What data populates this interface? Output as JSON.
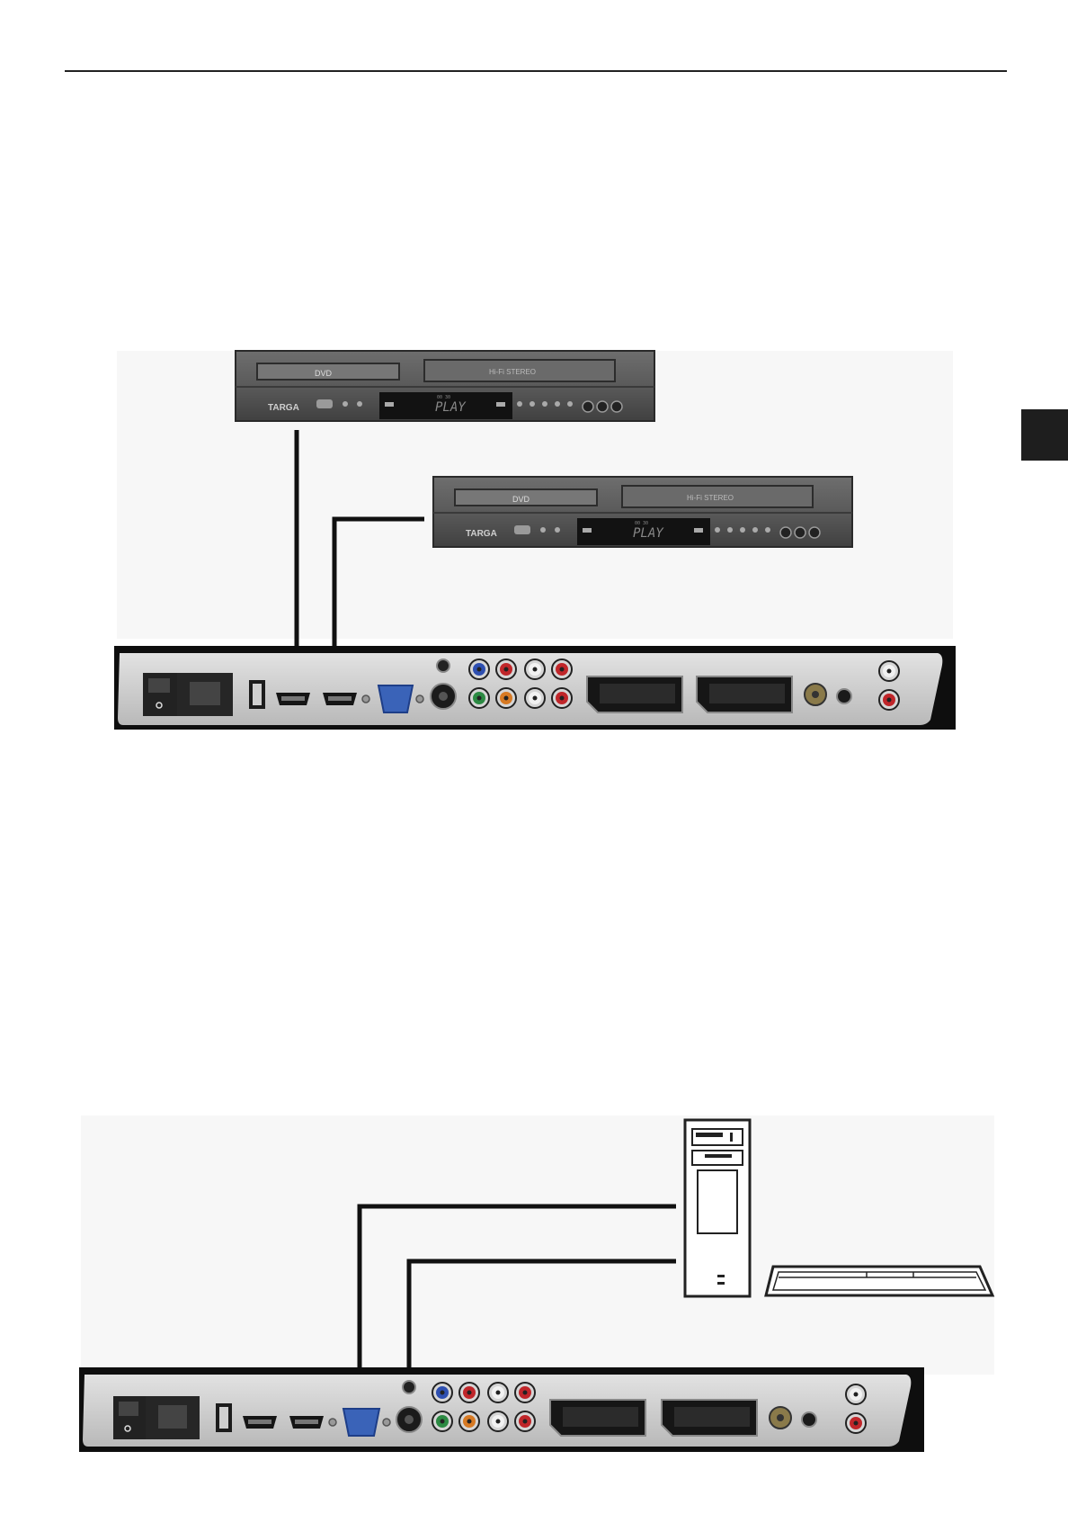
{
  "page": {
    "background": "#ffffff"
  },
  "figures": [
    {
      "id": "dvd-recorders-to-tv",
      "devices": [
        {
          "brand": "TARGA",
          "display": "PLAY",
          "disc_label": "DVD",
          "tape_label": "Hi-Fi STEREO",
          "timer": "00 30"
        },
        {
          "brand": "TARGA",
          "display": "PLAY",
          "disc_label": "DVD",
          "tape_label": "Hi-Fi STEREO",
          "timer": "00 30"
        }
      ],
      "connected_ports": [
        "hdmi-1",
        "hdmi-2"
      ]
    },
    {
      "id": "pc-to-tv",
      "devices": [
        "pc-tower",
        "keyboard"
      ],
      "connected_ports": [
        "vga",
        "audio-in"
      ]
    }
  ],
  "colors": {
    "cable": "#111111",
    "panel_frame": "#0e0e0e",
    "panel_face": "#cfcfcf",
    "device_body": "#5a5a5a",
    "vga_blue": "#3a63b8",
    "rca_red": "#c0262a",
    "rca_green": "#2c8a43",
    "rca_blue": "#2e4fb0",
    "rca_white": "#f2f2f2",
    "rca_orange": "#d77a24"
  },
  "icons": [
    "power-switch-icon",
    "usb-port-icon",
    "hdmi-port-icon",
    "vga-port-icon",
    "svideo-port-icon",
    "rca-jack-icon",
    "scart-port-icon",
    "antenna-port-icon",
    "headphone-jack-icon"
  ]
}
